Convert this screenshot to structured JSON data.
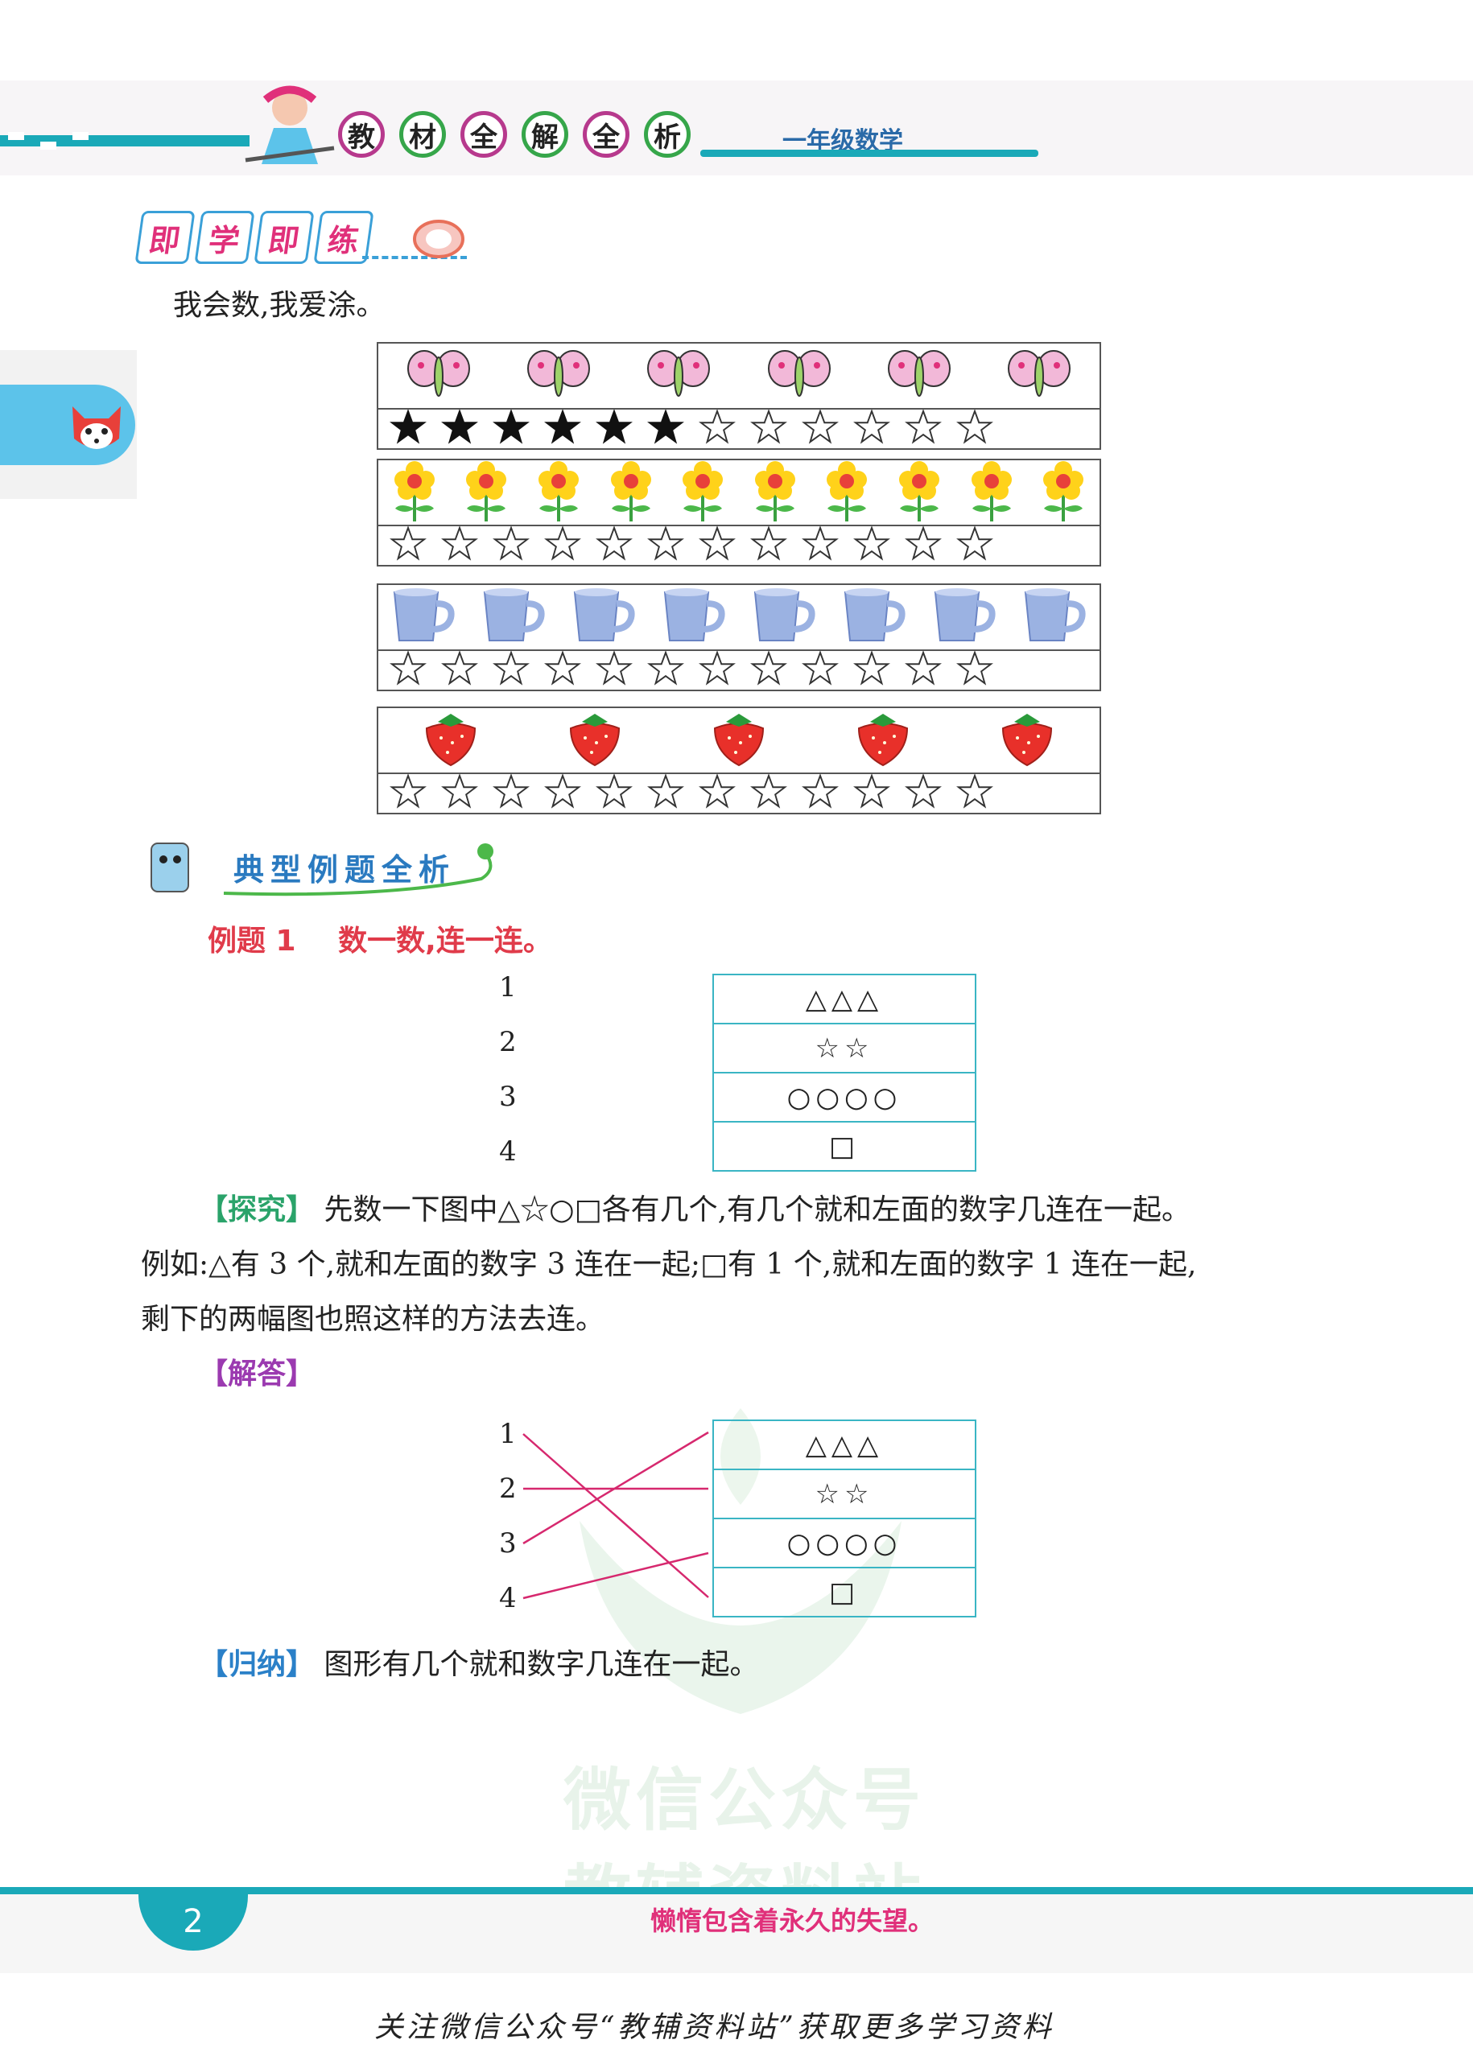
{
  "header": {
    "badges": [
      "教",
      "材",
      "全",
      "解",
      "全",
      "析"
    ],
    "grade_label": "一年级数学"
  },
  "section1": {
    "title_chars": [
      "即",
      "学",
      "即",
      "练"
    ],
    "instruction": "我会数,我爱涂。",
    "rows": [
      {
        "item": "butterfly-icon",
        "count": 6,
        "filled": 6,
        "stars": 12
      },
      {
        "item": "flower-icon",
        "count": 10,
        "filled": 0,
        "stars": 12
      },
      {
        "item": "cup-icon",
        "count": 8,
        "filled": 0,
        "stars": 12
      },
      {
        "item": "strawberry-icon",
        "count": 5,
        "filled": 0,
        "stars": 12
      }
    ]
  },
  "section2": {
    "title": "典型例题全析",
    "example_label": "例题 1",
    "example_text": "数一数,连一连。",
    "numbers": [
      "1",
      "2",
      "3",
      "4"
    ],
    "shapes": [
      "△△△",
      "☆☆",
      "○○○○",
      "□"
    ],
    "explore_tag": "【探究】",
    "explore_line1": "先数一下图中△☆○□各有几个,有几个就和左面的数字几连在一起。",
    "explore_line2": "例如:△有 3 个,就和左面的数字 3 连在一起;□有 1 个,就和左面的数字 1 连在一起,",
    "explore_line3": "剩下的两幅图也照这样的方法去连。",
    "answer_tag": "【解答】",
    "summary_tag": "【归纳】",
    "summary_text": "图形有几个就和数字几连在一起。"
  },
  "watermark": {
    "line1": "微信公众号",
    "line2": "教辅资料站"
  },
  "footer": {
    "page_number": "2",
    "motto": "懒惰包含着永久的失望。",
    "note": "关注微信公众号“教辅资料站”获取更多学习资料"
  },
  "colors": {
    "teal": "#1aa9b8",
    "pink": "#e0307a",
    "sky": "#5cc3ea"
  }
}
